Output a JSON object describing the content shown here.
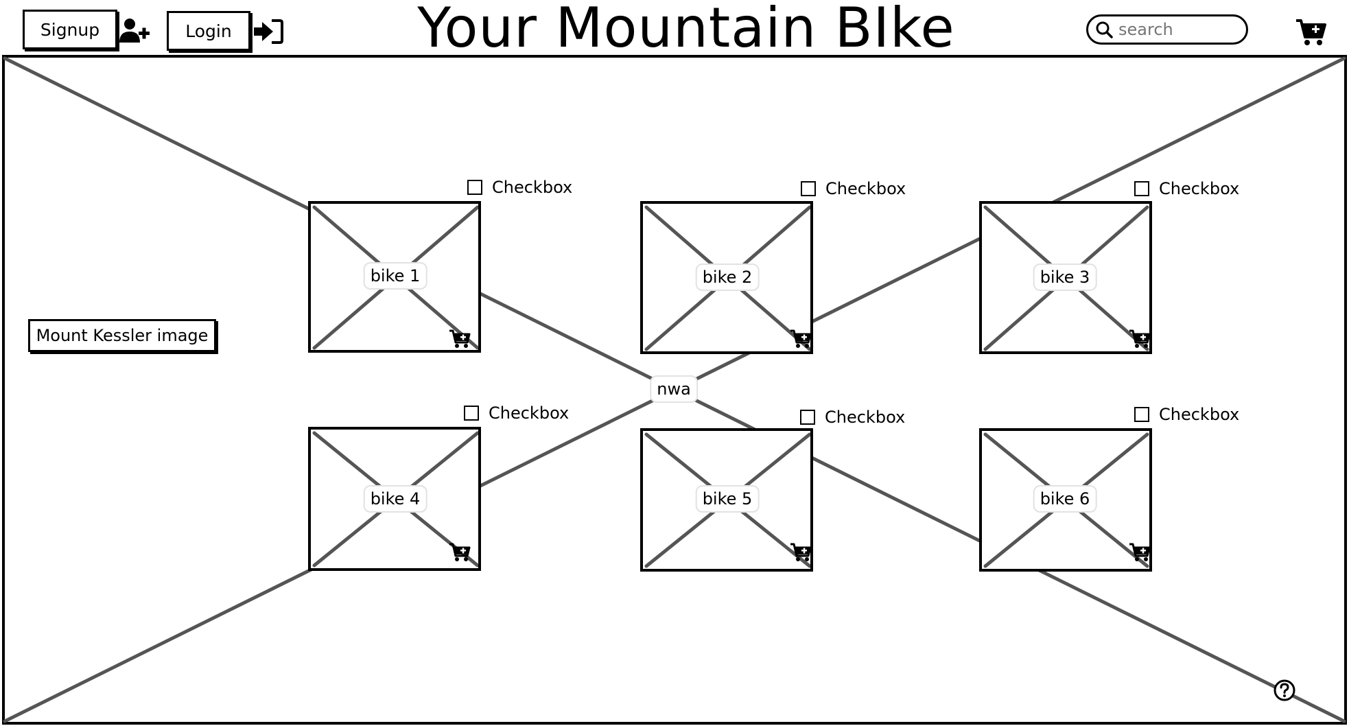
{
  "header": {
    "title": "Your Mountain BIke",
    "signup_label": "Signup",
    "login_label": "Login",
    "search_placeholder": "search"
  },
  "hero": {
    "image_label": "Mount Kessler image",
    "center_label": "nwa"
  },
  "products": [
    {
      "name": "bike 1",
      "checkbox_label": "Checkbox"
    },
    {
      "name": "bike 2",
      "checkbox_label": "Checkbox"
    },
    {
      "name": "bike 3",
      "checkbox_label": "Checkbox"
    },
    {
      "name": "bike 4",
      "checkbox_label": "Checkbox"
    },
    {
      "name": "bike 5",
      "checkbox_label": "Checkbox"
    },
    {
      "name": "bike 6",
      "checkbox_label": "Checkbox"
    }
  ],
  "icons": {
    "signup": "user-plus-icon",
    "login": "sign-in-icon",
    "search": "search-icon",
    "cart": "cart-plus-icon",
    "help": "help-icon"
  }
}
